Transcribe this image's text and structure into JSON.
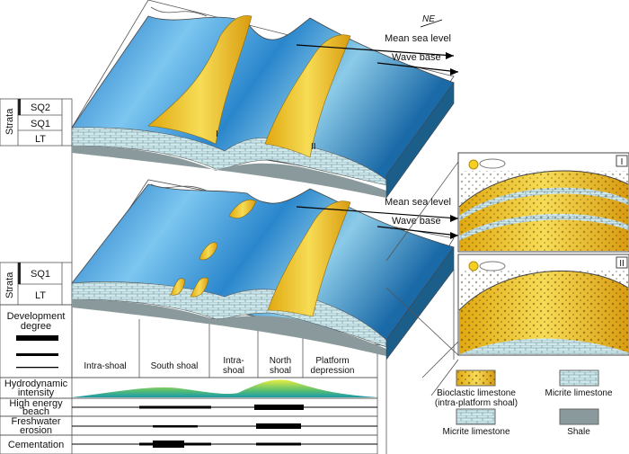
{
  "left_panel": {
    "strata_label": "Strata",
    "upper_strata": [
      "SQ2",
      "SQ1",
      "LT"
    ],
    "lower_strata": [
      "SQ1",
      "LT"
    ],
    "development_degree_line1": "Development",
    "development_degree_line2": "degree",
    "rows": [
      {
        "line1": "Hydrodynamic",
        "line2": "intensity"
      },
      {
        "line1": "High energy",
        "line2": "beach"
      },
      {
        "line1": "Freshwater",
        "line2": "erosion"
      },
      {
        "line1": "Cementation",
        "line2": ""
      }
    ]
  },
  "zones": [
    {
      "line1": "Intra-shoal",
      "line2": ""
    },
    {
      "line1": "South shoal",
      "line2": ""
    },
    {
      "line1": "Intra-",
      "line2": "shoal"
    },
    {
      "line1": "North",
      "line2": "shoal"
    },
    {
      "line1": "Platform",
      "line2": "depression"
    }
  ],
  "block_labels": {
    "north_east": "NE",
    "mean_sea_level": "Mean sea level",
    "wave_base": "Wave base",
    "marker_1": "I",
    "marker_2": "II"
  },
  "insets": [
    {
      "label": "I"
    },
    {
      "label": "II"
    }
  ],
  "legend": [
    {
      "line1": "Bioclastic limestone",
      "line2": "(intra-platform shoal)"
    },
    {
      "line1": "Micrite limestone",
      "line2": ""
    },
    {
      "line1": "Micrite limestone",
      "line2": ""
    },
    {
      "line1": "Shale",
      "line2": ""
    }
  ],
  "colors": {
    "water_dark": "#1a6fb8",
    "water_light": "#8fd0f0",
    "shoal": "#e8b820",
    "limestone": "#cfe8ec",
    "shale": "#8a9a9c"
  }
}
